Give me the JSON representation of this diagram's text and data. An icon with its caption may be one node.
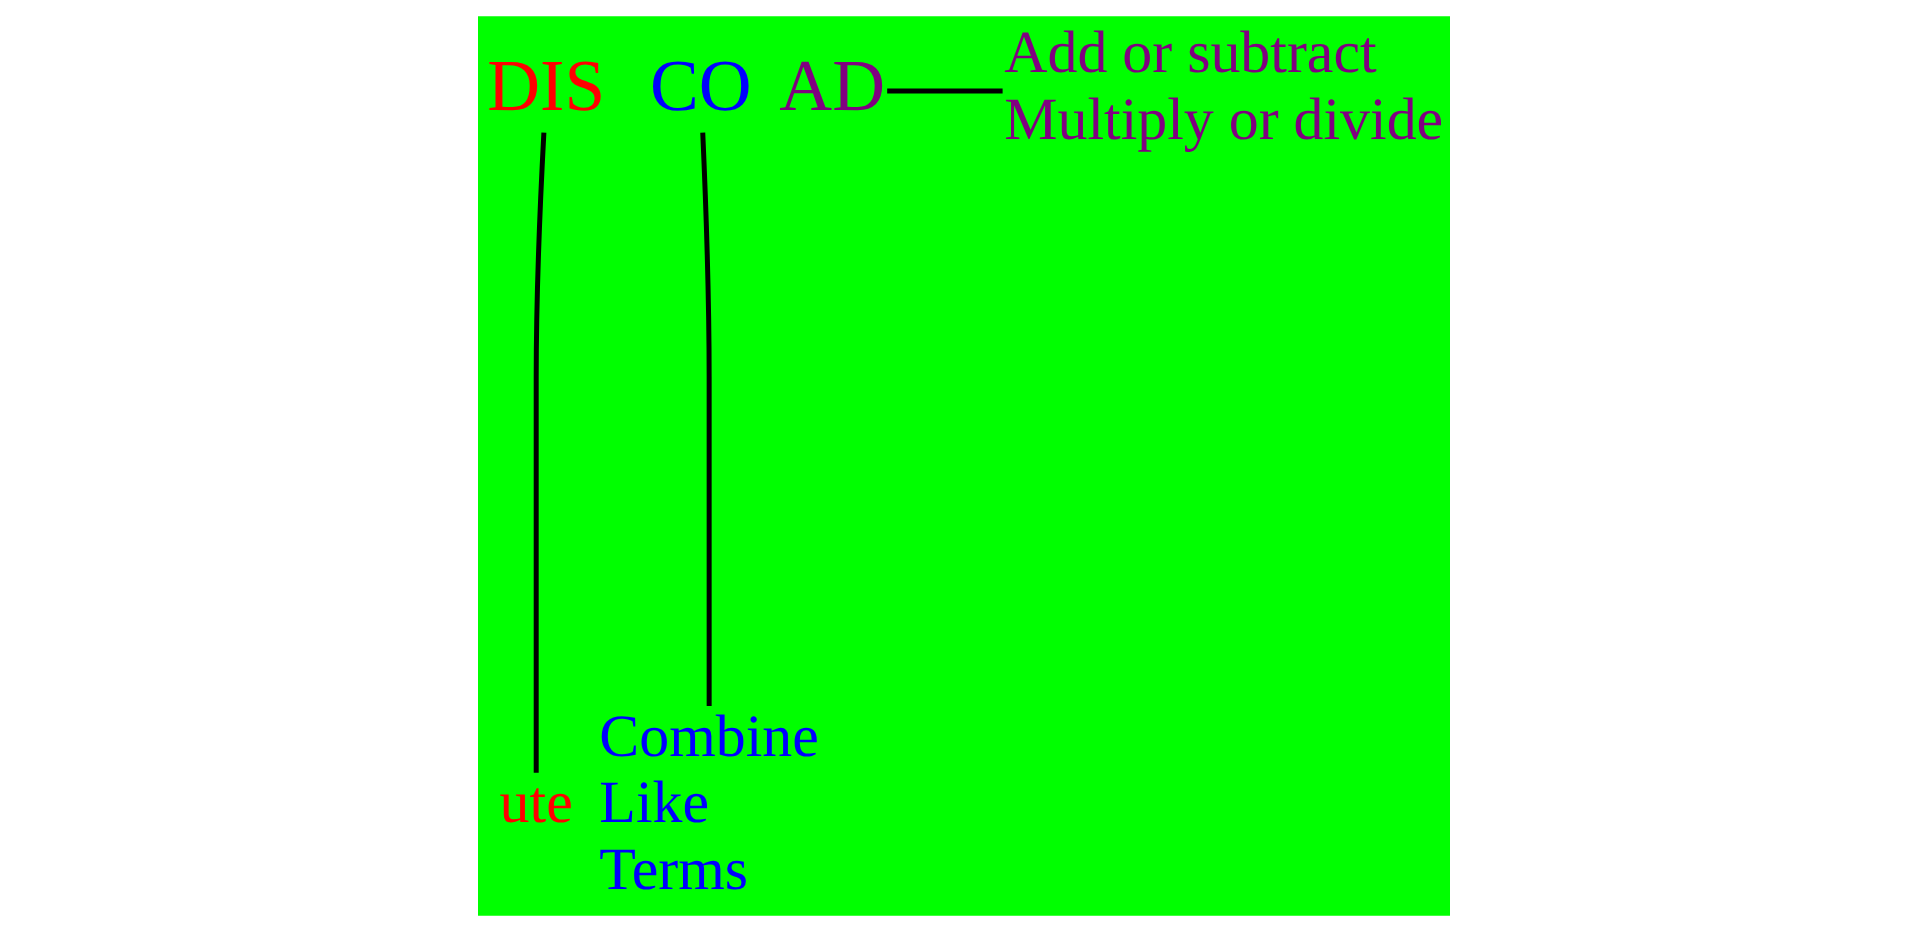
{
  "diagram": {
    "nodes": [
      {
        "text": [
          "DIS"
        ]
      },
      {
        "text": [
          "CO"
        ]
      },
      {
        "text": [
          "AD"
        ]
      },
      {
        "text": [
          "ute"
        ]
      },
      {
        "text": [
          "Combine Like Terms"
        ]
      },
      {
        "text": [
          "Add or subtract",
          "Multiply or divide"
        ]
      }
    ],
    "edges": [
      {
        "from": 0,
        "to": 3,
        "arrow": "none"
      },
      {
        "from": 1,
        "to": 4,
        "arrow": "none"
      },
      {
        "from": 2,
        "to": 5,
        "arrow": "none"
      }
    ]
  }
}
